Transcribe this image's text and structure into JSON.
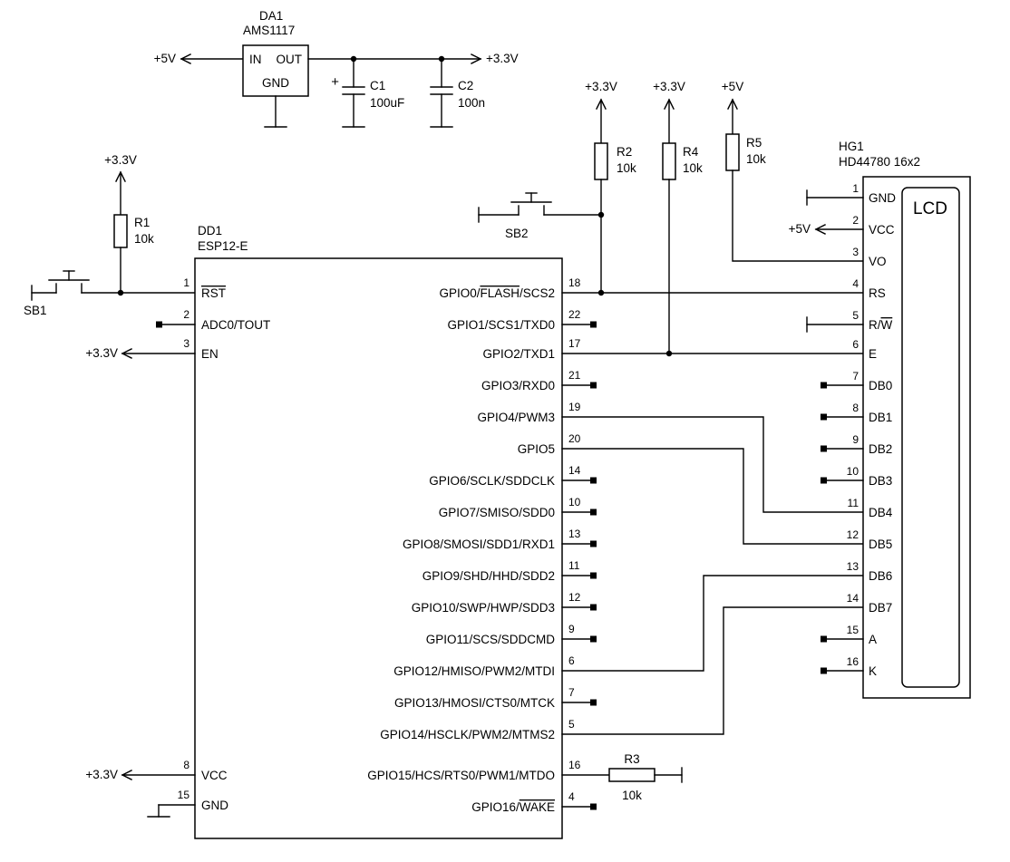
{
  "regulator": {
    "ref": "DA1",
    "part": "AMS1117",
    "pin_in": "IN",
    "pin_out": "OUT",
    "pin_gnd": "GND",
    "rail_in": "+5V",
    "rail_out": "+3.3V"
  },
  "c1": {
    "ref": "C1",
    "value": "100uF",
    "plus": "+"
  },
  "c2": {
    "ref": "C2",
    "value": "100n"
  },
  "r1": {
    "ref": "R1",
    "value": "10k",
    "rail": "+3.3V"
  },
  "r2": {
    "ref": "R2",
    "value": "10k",
    "rail": "+3.3V"
  },
  "r3": {
    "ref": "R3",
    "value": "10k"
  },
  "r4": {
    "ref": "R4",
    "value": "10k",
    "rail": "+3.3V"
  },
  "r5": {
    "ref": "R5",
    "value": "10k",
    "rail": "+5V"
  },
  "sb1": {
    "ref": "SB1"
  },
  "sb2": {
    "ref": "SB2"
  },
  "mcu": {
    "ref": "DD1",
    "part": "ESP12-E",
    "en_rail": "+3.3V",
    "vcc_rail": "+3.3V",
    "left_pins": [
      {
        "num": "1",
        "over": "RST"
      },
      {
        "num": "2",
        "pre": "ADC0/TOUT"
      },
      {
        "num": "3",
        "pre": "EN"
      },
      {
        "num": "8",
        "pre": "VCC"
      },
      {
        "num": "15",
        "pre": "GND"
      }
    ],
    "right_pins": [
      {
        "num": "18",
        "pre": "GPIO0/",
        "over": "FLASH",
        "post": "/SCS2"
      },
      {
        "num": "22",
        "pre": "GPIO1/SCS1/TXD0"
      },
      {
        "num": "17",
        "pre": "GPIO2/TXD1"
      },
      {
        "num": "21",
        "pre": "GPIO3/RXD0"
      },
      {
        "num": "19",
        "pre": "GPIO4/PWM3"
      },
      {
        "num": "20",
        "pre": "GPIO5"
      },
      {
        "num": "14",
        "pre": "GPIO6/SCLK/SDDCLK"
      },
      {
        "num": "10",
        "pre": "GPIO7/SMISO/SDD0"
      },
      {
        "num": "13",
        "pre": "GPIO8/SMOSI/SDD1/RXD1"
      },
      {
        "num": "11",
        "pre": "GPIO9/SHD/HHD/SDD2"
      },
      {
        "num": "12",
        "pre": "GPIO10/SWP/HWP/SDD3"
      },
      {
        "num": "9",
        "pre": "GPIO11/SCS/SDDCMD"
      },
      {
        "num": "6",
        "pre": "GPIO12/HMISO/PWM2/MTDI"
      },
      {
        "num": "7",
        "pre": "GPIO13/HMOSI/CTS0/MTCK"
      },
      {
        "num": "5",
        "pre": "GPIO14/HSCLK/PWM2/MTMS2"
      },
      {
        "num": "16",
        "pre": "GPIO15/HCS/RTS0/PWM1/MTDO"
      },
      {
        "num": "4",
        "pre": "GPIO16/",
        "over": "WAKE"
      }
    ]
  },
  "lcd": {
    "ref": "HG1",
    "part": "HD44780 16x2",
    "screen": "LCD",
    "vcc_rail": "+5V",
    "pins": [
      {
        "num": "1",
        "pre": "GND"
      },
      {
        "num": "2",
        "pre": "VCC"
      },
      {
        "num": "3",
        "pre": "VO"
      },
      {
        "num": "4",
        "pre": "RS"
      },
      {
        "num": "5",
        "pre": "R/",
        "over": "W"
      },
      {
        "num": "6",
        "pre": "E"
      },
      {
        "num": "7",
        "pre": "DB0"
      },
      {
        "num": "8",
        "pre": "DB1"
      },
      {
        "num": "9",
        "pre": "DB2"
      },
      {
        "num": "10",
        "pre": "DB3"
      },
      {
        "num": "11",
        "pre": "DB4"
      },
      {
        "num": "12",
        "pre": "DB5"
      },
      {
        "num": "13",
        "pre": "DB6"
      },
      {
        "num": "14",
        "pre": "DB7"
      },
      {
        "num": "15",
        "pre": "A"
      },
      {
        "num": "16",
        "pre": "K"
      }
    ]
  },
  "colors": {
    "ink": "#000000",
    "background": "#ffffff"
  }
}
